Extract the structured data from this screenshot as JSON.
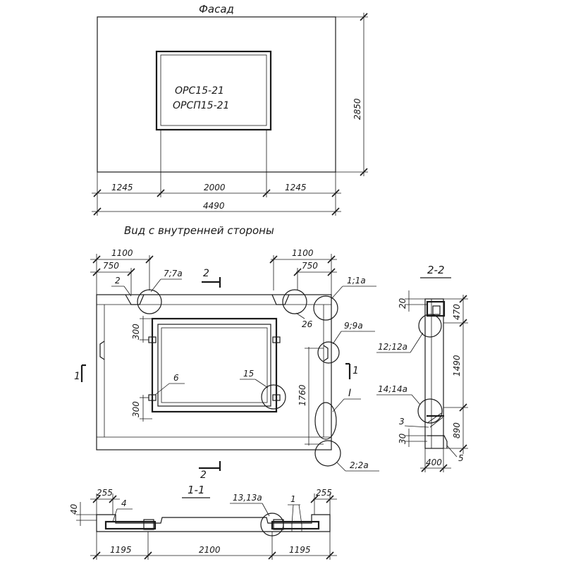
{
  "facade": {
    "title": "Фасад",
    "mark_1": "ОРС15-21",
    "mark_2": "ОРСП15-21",
    "dim_height": "2850",
    "dim_left": "1245",
    "dim_mid": "2000",
    "dim_right": "1245",
    "dim_total": "4490"
  },
  "inner_view": {
    "title": "Вuд с внутренней стороны",
    "dim_top_left_1": "1100",
    "dim_top_left_2": "750",
    "dim_top_right_1": "1100",
    "dim_top_right_2": "750",
    "label_2_small": "2",
    "label_7_7a": "7;7а",
    "section_2_top": "2",
    "label_1_1a": "1;1а",
    "label_26": "26",
    "label_9_9a": "9;9а",
    "dim_300_top": "300",
    "dim_300_bottom": "300",
    "label_6": "6",
    "label_15": "15",
    "label_1760": "1760",
    "section_1_left": "1",
    "section_1_right": "1",
    "label_I": "I",
    "label_2_2a": "2;2а",
    "section_2_bottom": "2"
  },
  "section_2_2": {
    "title": "2-2",
    "dim_20": "20",
    "dim_470": "470",
    "label_12_12a": "12;12а",
    "dim_1490": "1490",
    "label_14_14a": "14;14а",
    "label_3": "3",
    "dim_30": "30",
    "dim_890": "890",
    "dim_400": "400",
    "label_5": "5"
  },
  "section_1_1": {
    "title": "1-1",
    "dim_255_left": "255",
    "label_4": "4",
    "dim_40": "40",
    "label_13_13a": "13,13а",
    "label_1": "1",
    "dim_255_right": "255",
    "dim_1195_left": "1195",
    "dim_2100": "2100",
    "dim_1195_right": "1195"
  }
}
